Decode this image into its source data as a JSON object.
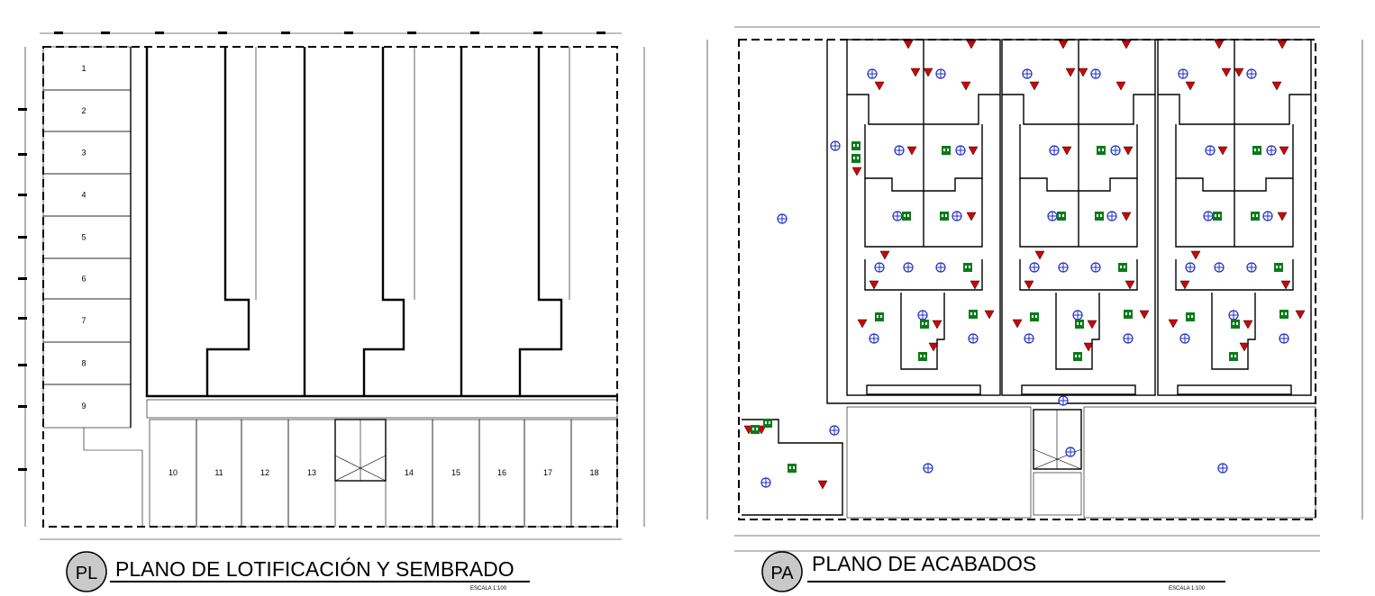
{
  "plans": [
    {
      "id": "lotificacion",
      "badge": "PL",
      "title": "PLANO DE LOTIFICACIÓN Y SEMBRADO",
      "scale": "ESCALA 1:100",
      "lots_left": [
        "1",
        "2",
        "3",
        "4",
        "5",
        "6",
        "7",
        "8",
        "9"
      ],
      "lots_bottom": [
        "10",
        "11",
        "12",
        "13",
        "14",
        "15",
        "16",
        "17",
        "18"
      ]
    },
    {
      "id": "acabados",
      "badge": "PA",
      "title": "PLANO DE ACABADOS",
      "scale": "ESCALA 1:100"
    }
  ],
  "symbol_colors": {
    "floor_finish_triangle": "#d40000",
    "wall_finish_circle": "#1f2fc2",
    "ceiling_finish_square": "#0a7a1a"
  }
}
